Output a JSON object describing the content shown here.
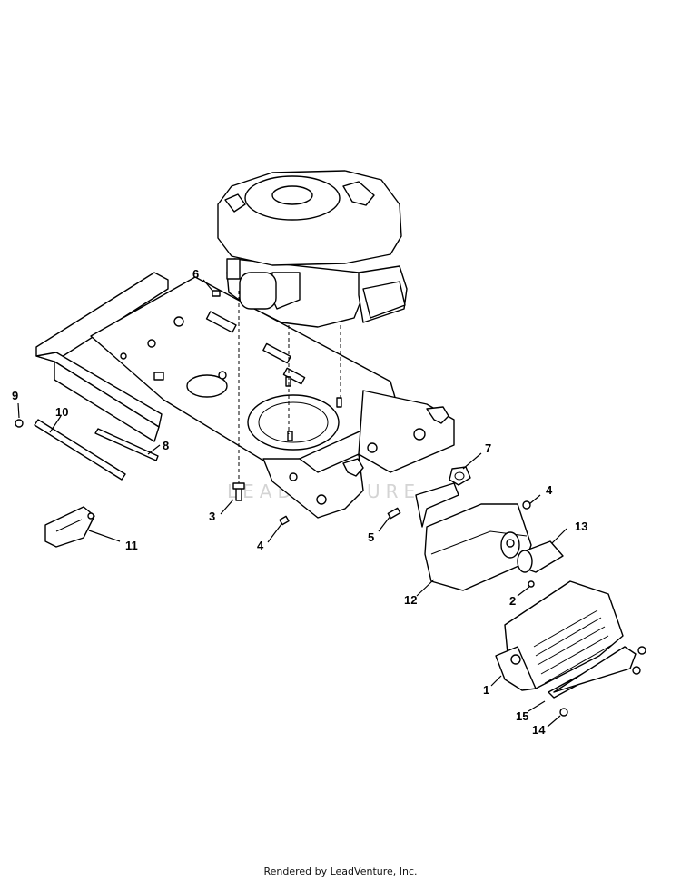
{
  "watermark": "LEADVENTURE",
  "footer": "Rendered by LeadVenture, Inc.",
  "callouts": {
    "c1": "1",
    "c2": "2",
    "c3": "3",
    "c4a": "4",
    "c4b": "4",
    "c5": "5",
    "c6": "6",
    "c7": "7",
    "c8": "8",
    "c9": "9",
    "c10": "10",
    "c11": "11",
    "c12": "12",
    "c13": "13",
    "c14": "14",
    "c15": "15"
  }
}
